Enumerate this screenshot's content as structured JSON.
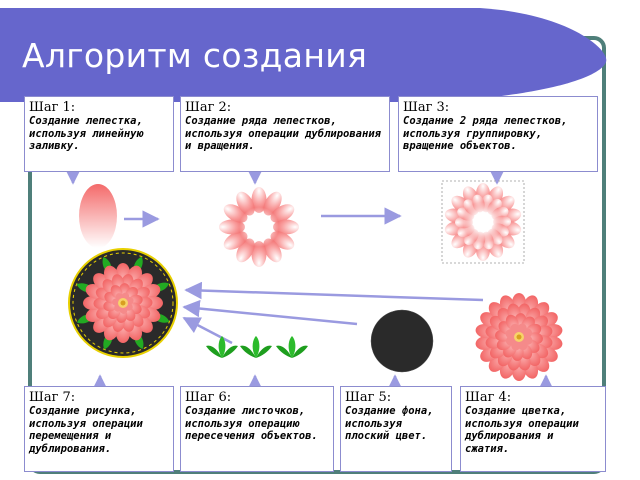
{
  "slide": {
    "title": "Алгоритм создания",
    "colors": {
      "banner": "#6666cc",
      "frame": "#4f7f7a",
      "arrow": "#9a9ae0",
      "box_border": "#8c8ccf",
      "petal": "#f47c7c",
      "leaf": "#22aa22",
      "background_disk": "#2a2a2a",
      "rim": "#e8d000"
    }
  },
  "steps": [
    {
      "id": "step-1",
      "head": "Шаг 1:",
      "desc": "Создание лепестка, используя линейную заливку."
    },
    {
      "id": "step-2",
      "head": "Шаг 2:",
      "desc": "Создание ряда лепестков, используя операции дублирования и вращения."
    },
    {
      "id": "step-3",
      "head": "Шаг 3:",
      "desc": "Создание 2 ряда лепестков, используя группировку, вращение объектов."
    },
    {
      "id": "step-4",
      "head": "Шаг 4:",
      "desc": "Создание цветка, используя операции дублирования и сжатия."
    },
    {
      "id": "step-5",
      "head": "Шаг 5:",
      "desc": "Создание фона, используя плоский цвет."
    },
    {
      "id": "step-6",
      "head": "Шаг 6:",
      "desc": "Создание листочков, используя операцию пересечения объектов."
    },
    {
      "id": "step-7",
      "head": "Шаг 7:",
      "desc": "Создание рисунка, используя операции перемещения и дублирования."
    }
  ],
  "illustrations": [
    {
      "id": "single-petal",
      "icon": "petal-icon"
    },
    {
      "id": "petal-ring",
      "icon": "petal-ring-icon"
    },
    {
      "id": "double-ring",
      "icon": "double-petal-ring-icon"
    },
    {
      "id": "full-flower",
      "icon": "flower-icon"
    },
    {
      "id": "dark-disk",
      "icon": "background-circle-icon"
    },
    {
      "id": "leaves",
      "icon": "leaf-icon"
    },
    {
      "id": "final-picture",
      "icon": "composition-icon"
    }
  ]
}
